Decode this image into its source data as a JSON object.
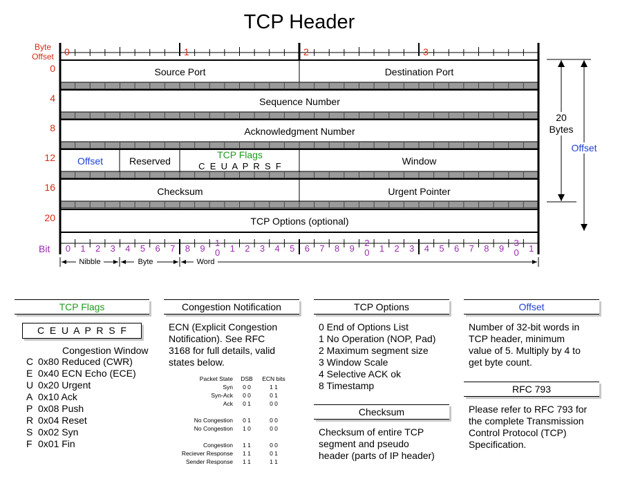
{
  "title": "TCP Header",
  "byte_offset_label": [
    "Byte",
    "Offset"
  ],
  "row_offsets": [
    "0",
    "4",
    "8",
    "12",
    "16",
    "20"
  ],
  "byte_ruler": [
    "0",
    "1",
    "2",
    "3"
  ],
  "fields": {
    "source_port": "Source Port",
    "destination_port": "Destination Port",
    "sequence_number": "Sequence Number",
    "ack_number": "Acknowledgment Number",
    "offset": "Offset",
    "reserved": "Reserved",
    "tcp_flags": "TCP Flags",
    "flag_letters": "C  E  U  A  P  R  S  F",
    "window": "Window",
    "checksum": "Checksum",
    "urgent_pointer": "Urgent Pointer",
    "tcp_options": "TCP Options (optional)"
  },
  "side": {
    "bytes_num": "20",
    "bytes_word": "Bytes",
    "offset": "Offset"
  },
  "bit_label": "Bit",
  "bit_digits": [
    "0",
    "1",
    "2",
    "3",
    "4",
    "5",
    "6",
    "7",
    "8",
    "9",
    "1|0",
    "1",
    "2",
    "3",
    "4",
    "5",
    "6",
    "7",
    "8",
    "9",
    "2|0",
    "1",
    "2",
    "3",
    "4",
    "5",
    "6",
    "7",
    "8",
    "9",
    "3|0",
    "1"
  ],
  "scale": {
    "nibble": "Nibble",
    "byte": "Byte",
    "word": "Word"
  },
  "colors": {
    "red": "#d42a14",
    "purple": "#9a2ab0",
    "blue": "#1f3fd4",
    "green": "#1f9a1f",
    "stripe": "#9a9a9a"
  },
  "panels": {
    "tcp_flags": {
      "title": "TCP Flags",
      "letters": "C  E  U  A  P  R  S  F",
      "cw": "Congestion Window",
      "rows": [
        {
          "letter": "C",
          "text": "0x80 Reduced (CWR)"
        },
        {
          "letter": "E",
          "text": "0x40 ECN Echo (ECE)"
        },
        {
          "letter": "U",
          "text": "0x20 Urgent"
        },
        {
          "letter": "A",
          "text": "0x10 Ack"
        },
        {
          "letter": "P",
          "text": "0x08 Push"
        },
        {
          "letter": "R",
          "text": "0x04 Reset"
        },
        {
          "letter": "S",
          "text": "0x02 Syn"
        },
        {
          "letter": "F",
          "text": "0x01 Fin"
        }
      ]
    },
    "congestion": {
      "title": "Congestion Notification",
      "lines": [
        "ECN (Explicit Congestion",
        "Notification).  See RFC",
        "3168 for full details, valid",
        "states below."
      ],
      "table_header": [
        "Packet State",
        "DSB",
        "ECN bits"
      ],
      "table_rows": [
        [
          "Syn",
          "0 0",
          "1 1"
        ],
        [
          "Syn-Ack",
          "0 0",
          "0 1"
        ],
        [
          "Ack",
          "0 1",
          "0 0"
        ],
        [
          "No Congestion",
          "0 1",
          "0 0"
        ],
        [
          "No Congestion",
          "1 0",
          "0 0"
        ],
        [
          "Congestion",
          "1 1",
          "0 0"
        ],
        [
          "Reciever Response",
          "1 1",
          "0 1"
        ],
        [
          "Sender Response",
          "1 1",
          "1 1"
        ]
      ]
    },
    "tcp_options": {
      "title": "TCP Options",
      "lines": [
        "0 End of Options List",
        "1 No Operation (NOP, Pad)",
        "2 Maximum segment size",
        "3 Window Scale",
        "4 Selective ACK ok",
        "8 Timestamp"
      ]
    },
    "checksum": {
      "title": "Checksum",
      "lines": [
        "Checksum of entire TCP",
        "segment and pseudo",
        "header (parts of IP header)"
      ]
    },
    "offset": {
      "title": "Offset",
      "lines": [
        "Number of 32-bit words in",
        "TCP header, minimum",
        "value of 5.  Multiply by 4 to",
        "get byte count."
      ]
    },
    "rfc": {
      "title": "RFC 793",
      "lines": [
        "Please refer to RFC 793 for",
        "the complete Transmission",
        "Control Protocol (TCP)",
        "Specification."
      ]
    }
  }
}
